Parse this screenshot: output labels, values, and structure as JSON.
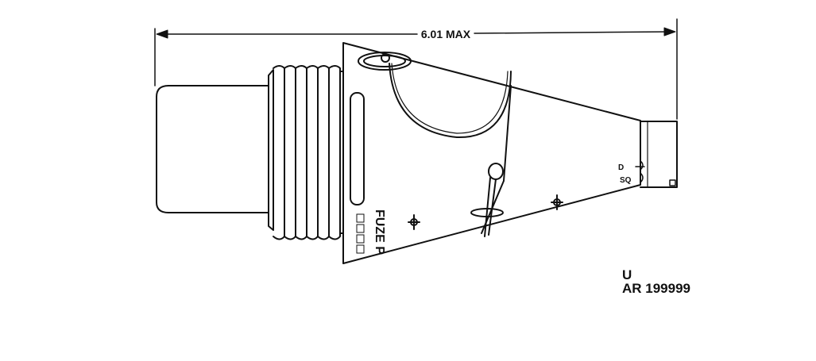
{
  "dimension": {
    "label": "6.01 MAX"
  },
  "body_labels": {
    "fuze": "FUZE P",
    "delay": "D",
    "superquick": "SQ"
  },
  "identifiers": {
    "line1": "U",
    "line2": "AR 199999"
  },
  "colors": {
    "ink": "#111111",
    "paper": "#ffffff"
  }
}
